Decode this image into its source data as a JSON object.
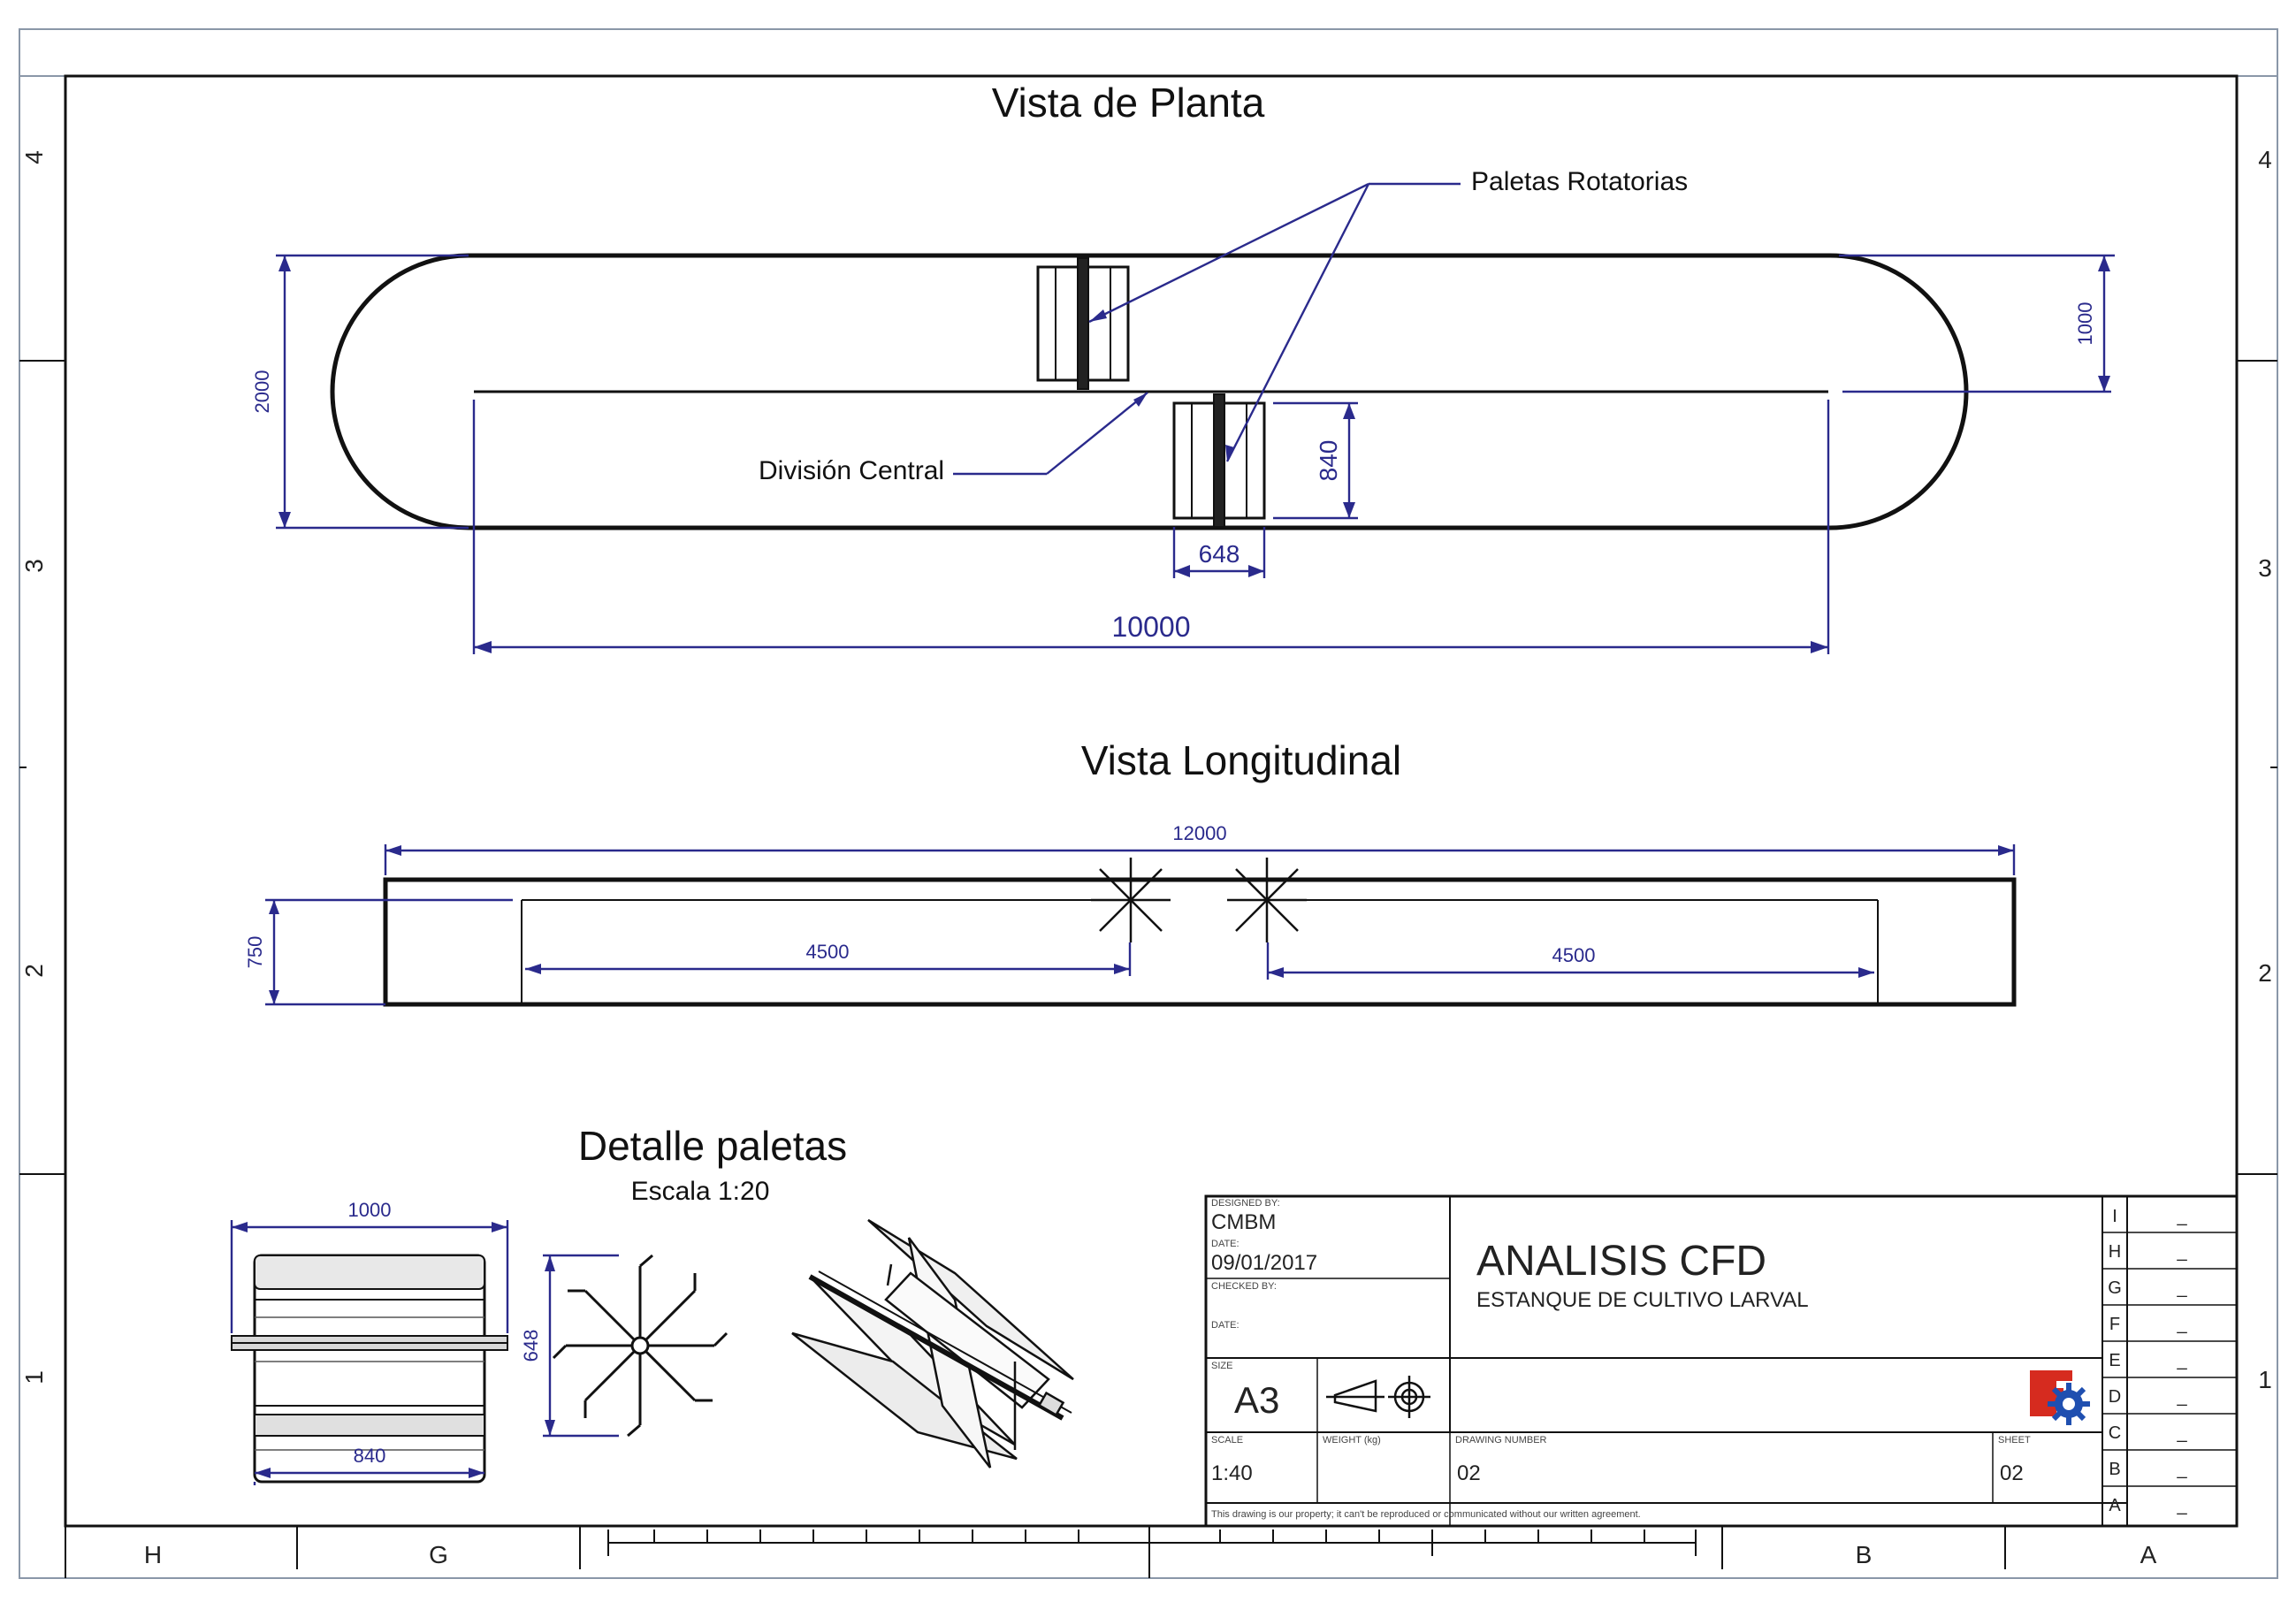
{
  "views": {
    "plan": {
      "title": "Vista de Planta",
      "callout_paddles": "Paletas Rotatorias",
      "callout_division": "División Central",
      "dim_width": "2000",
      "dim_half_width": "1000",
      "dim_paddle_length": "840",
      "dim_paddle_diameter": "648",
      "dim_length": "10000"
    },
    "longitudinal": {
      "title": "Vista Longitudinal",
      "dim_total_length": "12000",
      "dim_depth": "750",
      "dim_left_segment": "4500",
      "dim_right_segment": "4500"
    },
    "paddle_detail": {
      "title": "Detalle paletas",
      "scale_label": "Escala 1:20",
      "dim_width": "1000",
      "dim_blade_width": "840",
      "dim_diameter": "648"
    }
  },
  "title_block": {
    "designed_by_label": "DESIGNED BY:",
    "designed_by": "CMBM",
    "date_label": "DATE:",
    "date": "09/01/2017",
    "checked_by_label": "CHECKED BY:",
    "checked_date_label": "DATE:",
    "title": "ANALISIS CFD",
    "subtitle": "ESTANQUE DE CULTIVO LARVAL",
    "size_label": "SIZE",
    "size": "A3",
    "scale_label": "SCALE",
    "scale": "1:40",
    "weight_label": "WEIGHT (kg)",
    "drawing_number_label": "DRAWING NUMBER",
    "drawing_number": "02",
    "sheet_label": "SHEET",
    "sheet": "02",
    "disclaimer": "This drawing is our property; it can't be reproduced or communicated without our written agreement.",
    "revisions": [
      {
        "letter": "I",
        "value": "_"
      },
      {
        "letter": "H",
        "value": "_"
      },
      {
        "letter": "G",
        "value": "_"
      },
      {
        "letter": "F",
        "value": "_"
      },
      {
        "letter": "E",
        "value": "_"
      },
      {
        "letter": "D",
        "value": "_"
      },
      {
        "letter": "C",
        "value": "_"
      },
      {
        "letter": "B",
        "value": "_"
      },
      {
        "letter": "A",
        "value": "_"
      }
    ]
  },
  "frame": {
    "rows": [
      "4",
      "3",
      "2",
      "1"
    ],
    "columns": [
      "H",
      "G",
      "B",
      "A"
    ]
  }
}
